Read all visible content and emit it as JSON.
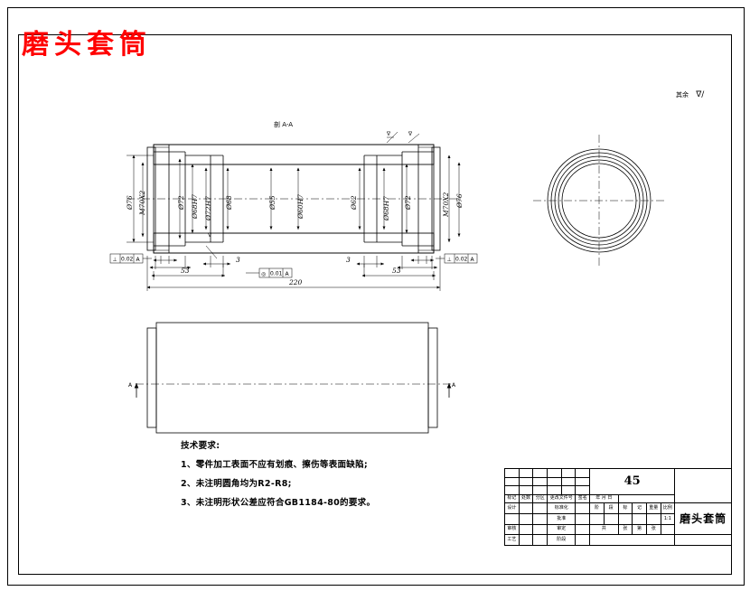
{
  "drawing": {
    "title_red": "磨头套筒",
    "section_label": "剖 A-A",
    "general_roughness_note": "其余",
    "general_roughness_symbol": "∇",
    "part_name": "磨头套筒",
    "material": "45",
    "scale_value": "1:1"
  },
  "notes": {
    "heading": "技术要求:",
    "items": [
      "1、零件加工表面不应有划痕、擦伤等表面缺陷;",
      "2、未注明圆角均为R2-R8;",
      "3、未注明形状公差应符合GB1184-80的要求。"
    ]
  },
  "dimensions": {
    "overall_length": "220",
    "left_step": "53",
    "right_step": "53",
    "groove_left": "3",
    "groove_right": "3",
    "outer_diameter": "Ø76",
    "thread_left": "M70X2",
    "thread_right": "M70X2",
    "bore_d72": "Ø72",
    "bore_d68H7": "Ø68H7",
    "bore_d72H7": "Ø72H7",
    "bore_d68": "Ø68",
    "bore_d55": "Ø55",
    "bore_d60H7": "Ø60H7",
    "bore_d62": "Ø62",
    "bore_d68b": "Ø68H7",
    "bore_d72b": "Ø72"
  },
  "tolerance_frames": {
    "frame_left": {
      "symbol": "⊥",
      "value": "0.02",
      "datum": "A"
    },
    "frame_right": {
      "symbol": "⊥",
      "value": "0.02",
      "datum": "A"
    },
    "frame_bottom": {
      "symbol": "◎",
      "value": "0.01",
      "datum": "A"
    }
  },
  "section_arrows": {
    "left": "A",
    "right": "A"
  },
  "title_block": {
    "rev_headers": [
      "标记",
      "处数",
      "分区",
      "更改文件号",
      "签名",
      "年 月 日"
    ],
    "roles": [
      "设计",
      "",
      "审核",
      "工艺"
    ],
    "role_right": [
      "标准化",
      "批准",
      "审定",
      "阶段"
    ],
    "stage_headers": [
      "阶",
      "段",
      "标",
      "记",
      "重量",
      "比例"
    ],
    "sheet_row": [
      "共",
      "张",
      "第",
      "张"
    ]
  },
  "colors": {
    "ink": "#000000",
    "title_red": "#ff0000",
    "paper": "#ffffff"
  }
}
